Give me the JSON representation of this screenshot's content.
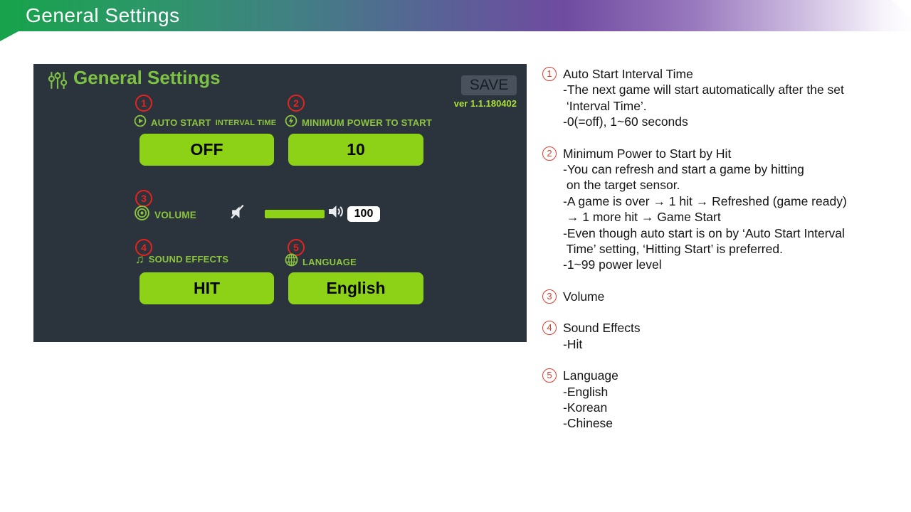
{
  "page_header": {
    "title": "General Settings"
  },
  "panel": {
    "title": "General Settings",
    "save_label": "SAVE",
    "version": "ver 1.1.180402",
    "fields": {
      "auto_start": {
        "num": "1",
        "label_primary": "AUTO START",
        "label_secondary": "INTERVAL TIME",
        "value": "OFF"
      },
      "min_power": {
        "num": "2",
        "label": "MINIMUM POWER TO START",
        "value": "10"
      },
      "volume": {
        "num": "3",
        "label": "VOLUME",
        "value": "100"
      },
      "sound_effects": {
        "num": "4",
        "label": "SOUND EFFECTS",
        "value": "HIT"
      },
      "language": {
        "num": "5",
        "label": "LANGUAGE",
        "value": "English"
      }
    }
  },
  "icons": {
    "music_note_glyph": "♫"
  },
  "colors": {
    "panel_bg": "#2B333C",
    "title_green": "#7DC244",
    "label_green": "#8CC63F",
    "button_green": "#8DD216",
    "version_green": "#ACE23A",
    "badge_red": "#E6231E",
    "note_red": "#DD3B30",
    "ribbon_left_green": "#17A34B",
    "ribbon_purple": "#6F4BA0"
  },
  "notes": {
    "items": [
      {
        "num": "1",
        "title": "Auto Start Interval Time",
        "lines": [
          "-The next game will start automatically after the set",
          " ‘Interval Time’.",
          "-0(=off), 1~60 seconds"
        ]
      },
      {
        "num": "2",
        "title": "Minimum Power to Start by Hit",
        "lines": [
          "-You can refresh and start a game by hitting",
          " on the target sensor.",
          "-A game is over → 1 hit → Refreshed (game ready)",
          " → 1 more hit → Game Start",
          "-Even though auto start is on by ‘Auto Start Interval",
          " Time’ setting, ‘Hitting Start’ is preferred.",
          "-1~99 power level"
        ]
      },
      {
        "num": "3",
        "title": "Volume",
        "lines": []
      },
      {
        "num": "4",
        "title": "Sound Effects",
        "lines": [
          "-Hit"
        ]
      },
      {
        "num": "5",
        "title": "Language",
        "lines": [
          "-English",
          "-Korean",
          "-Chinese"
        ]
      }
    ]
  }
}
